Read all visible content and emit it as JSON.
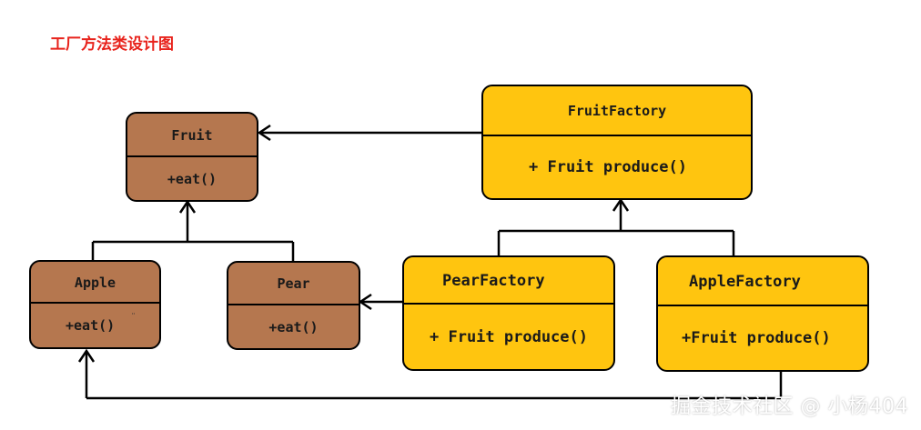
{
  "title": "工厂方法类设计图",
  "classes": {
    "fruit": {
      "name": "Fruit",
      "method": "+eat()"
    },
    "apple": {
      "name": "Apple",
      "method": "+eat()"
    },
    "pear": {
      "name": "Pear",
      "method": "+eat()"
    },
    "fruit_factory": {
      "name": "FruitFactory",
      "method": "+ Fruit produce()"
    },
    "pear_factory": {
      "name": "PearFactory",
      "method": "+ Fruit produce()"
    },
    "apple_factory": {
      "name": "AppleFactory",
      "method": "+Fruit produce()"
    }
  },
  "colors": {
    "product": "#b5774f",
    "factory": "#ffc50f",
    "title": "#e8231c"
  },
  "watermark": "掘金技术社区 @ 小杨404"
}
